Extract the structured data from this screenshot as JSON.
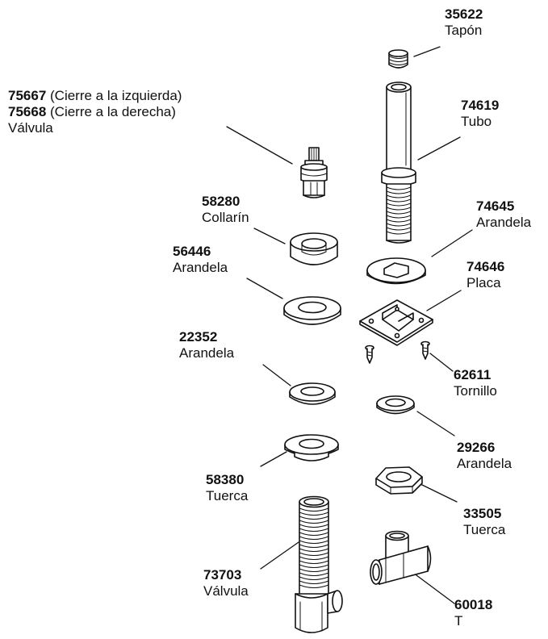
{
  "diagram": {
    "stroke_color": "#111111",
    "fill_color": "#ffffff",
    "parts": [
      {
        "id": "tapon",
        "number": "35622",
        "name": "Tapón",
        "icon": "cap"
      },
      {
        "id": "tubo",
        "number": "74619",
        "name": "Tubo",
        "icon": "threaded-tube"
      },
      {
        "id": "valvula-sup",
        "numbers": [
          {
            "number": "75667",
            "note": "(Cierre a la izquierda)"
          },
          {
            "number": "75668",
            "note": "(Cierre a la derecha)"
          }
        ],
        "name": "Válvula",
        "icon": "valve-cartridge"
      },
      {
        "id": "collarin",
        "number": "58280",
        "name": "Collarín",
        "icon": "collar"
      },
      {
        "id": "arandela-74645",
        "number": "74645",
        "name": "Arandela",
        "icon": "gasket"
      },
      {
        "id": "arandela-56446",
        "number": "56446",
        "name": "Arandela",
        "icon": "washer"
      },
      {
        "id": "placa",
        "number": "74646",
        "name": "Placa",
        "icon": "plate"
      },
      {
        "id": "arandela-22352",
        "number": "22352",
        "name": "Arandela",
        "icon": "washer"
      },
      {
        "id": "tornillo",
        "number": "62611",
        "name": "Tornillo",
        "icon": "screw"
      },
      {
        "id": "arandela-29266",
        "number": "29266",
        "name": "Arandela",
        "icon": "washer"
      },
      {
        "id": "tuerca-58380",
        "number": "58380",
        "name": "Tuerca",
        "icon": "flange-nut"
      },
      {
        "id": "tuerca-33505",
        "number": "33505",
        "name": "Tuerca",
        "icon": "hex-nut"
      },
      {
        "id": "valvula-inf",
        "number": "73703",
        "name": "Válvula",
        "icon": "threaded-valve"
      },
      {
        "id": "t",
        "number": "60018",
        "name": "T",
        "icon": "tee-fitting"
      }
    ]
  }
}
